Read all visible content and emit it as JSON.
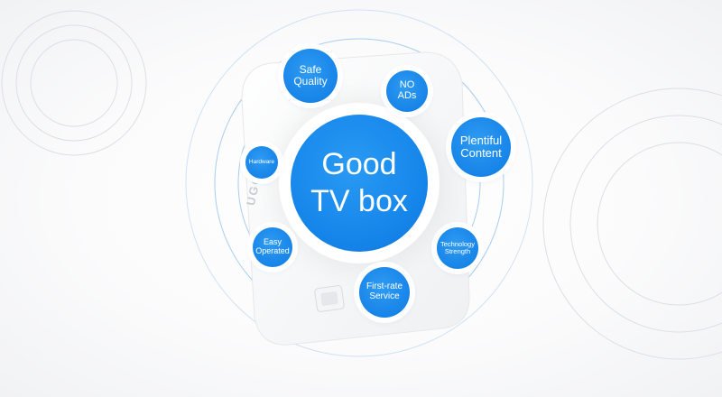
{
  "center": {
    "title": "Good\nTV box"
  },
  "brand": {
    "logo_text": "UGOOS"
  },
  "features": [
    {
      "label": "Safe\nQuality"
    },
    {
      "label": "NO\nADs"
    },
    {
      "label": "Plentiful\nContent"
    },
    {
      "label": "Technology\nStrength"
    },
    {
      "label": "First-rate\nService"
    },
    {
      "label": "Easy\nOperated"
    },
    {
      "label": "Hardware"
    }
  ],
  "colors": {
    "accent": "#1784e8",
    "ring": "#9cc6ee",
    "background": "#f7f8f9",
    "device": "#ffffff"
  }
}
